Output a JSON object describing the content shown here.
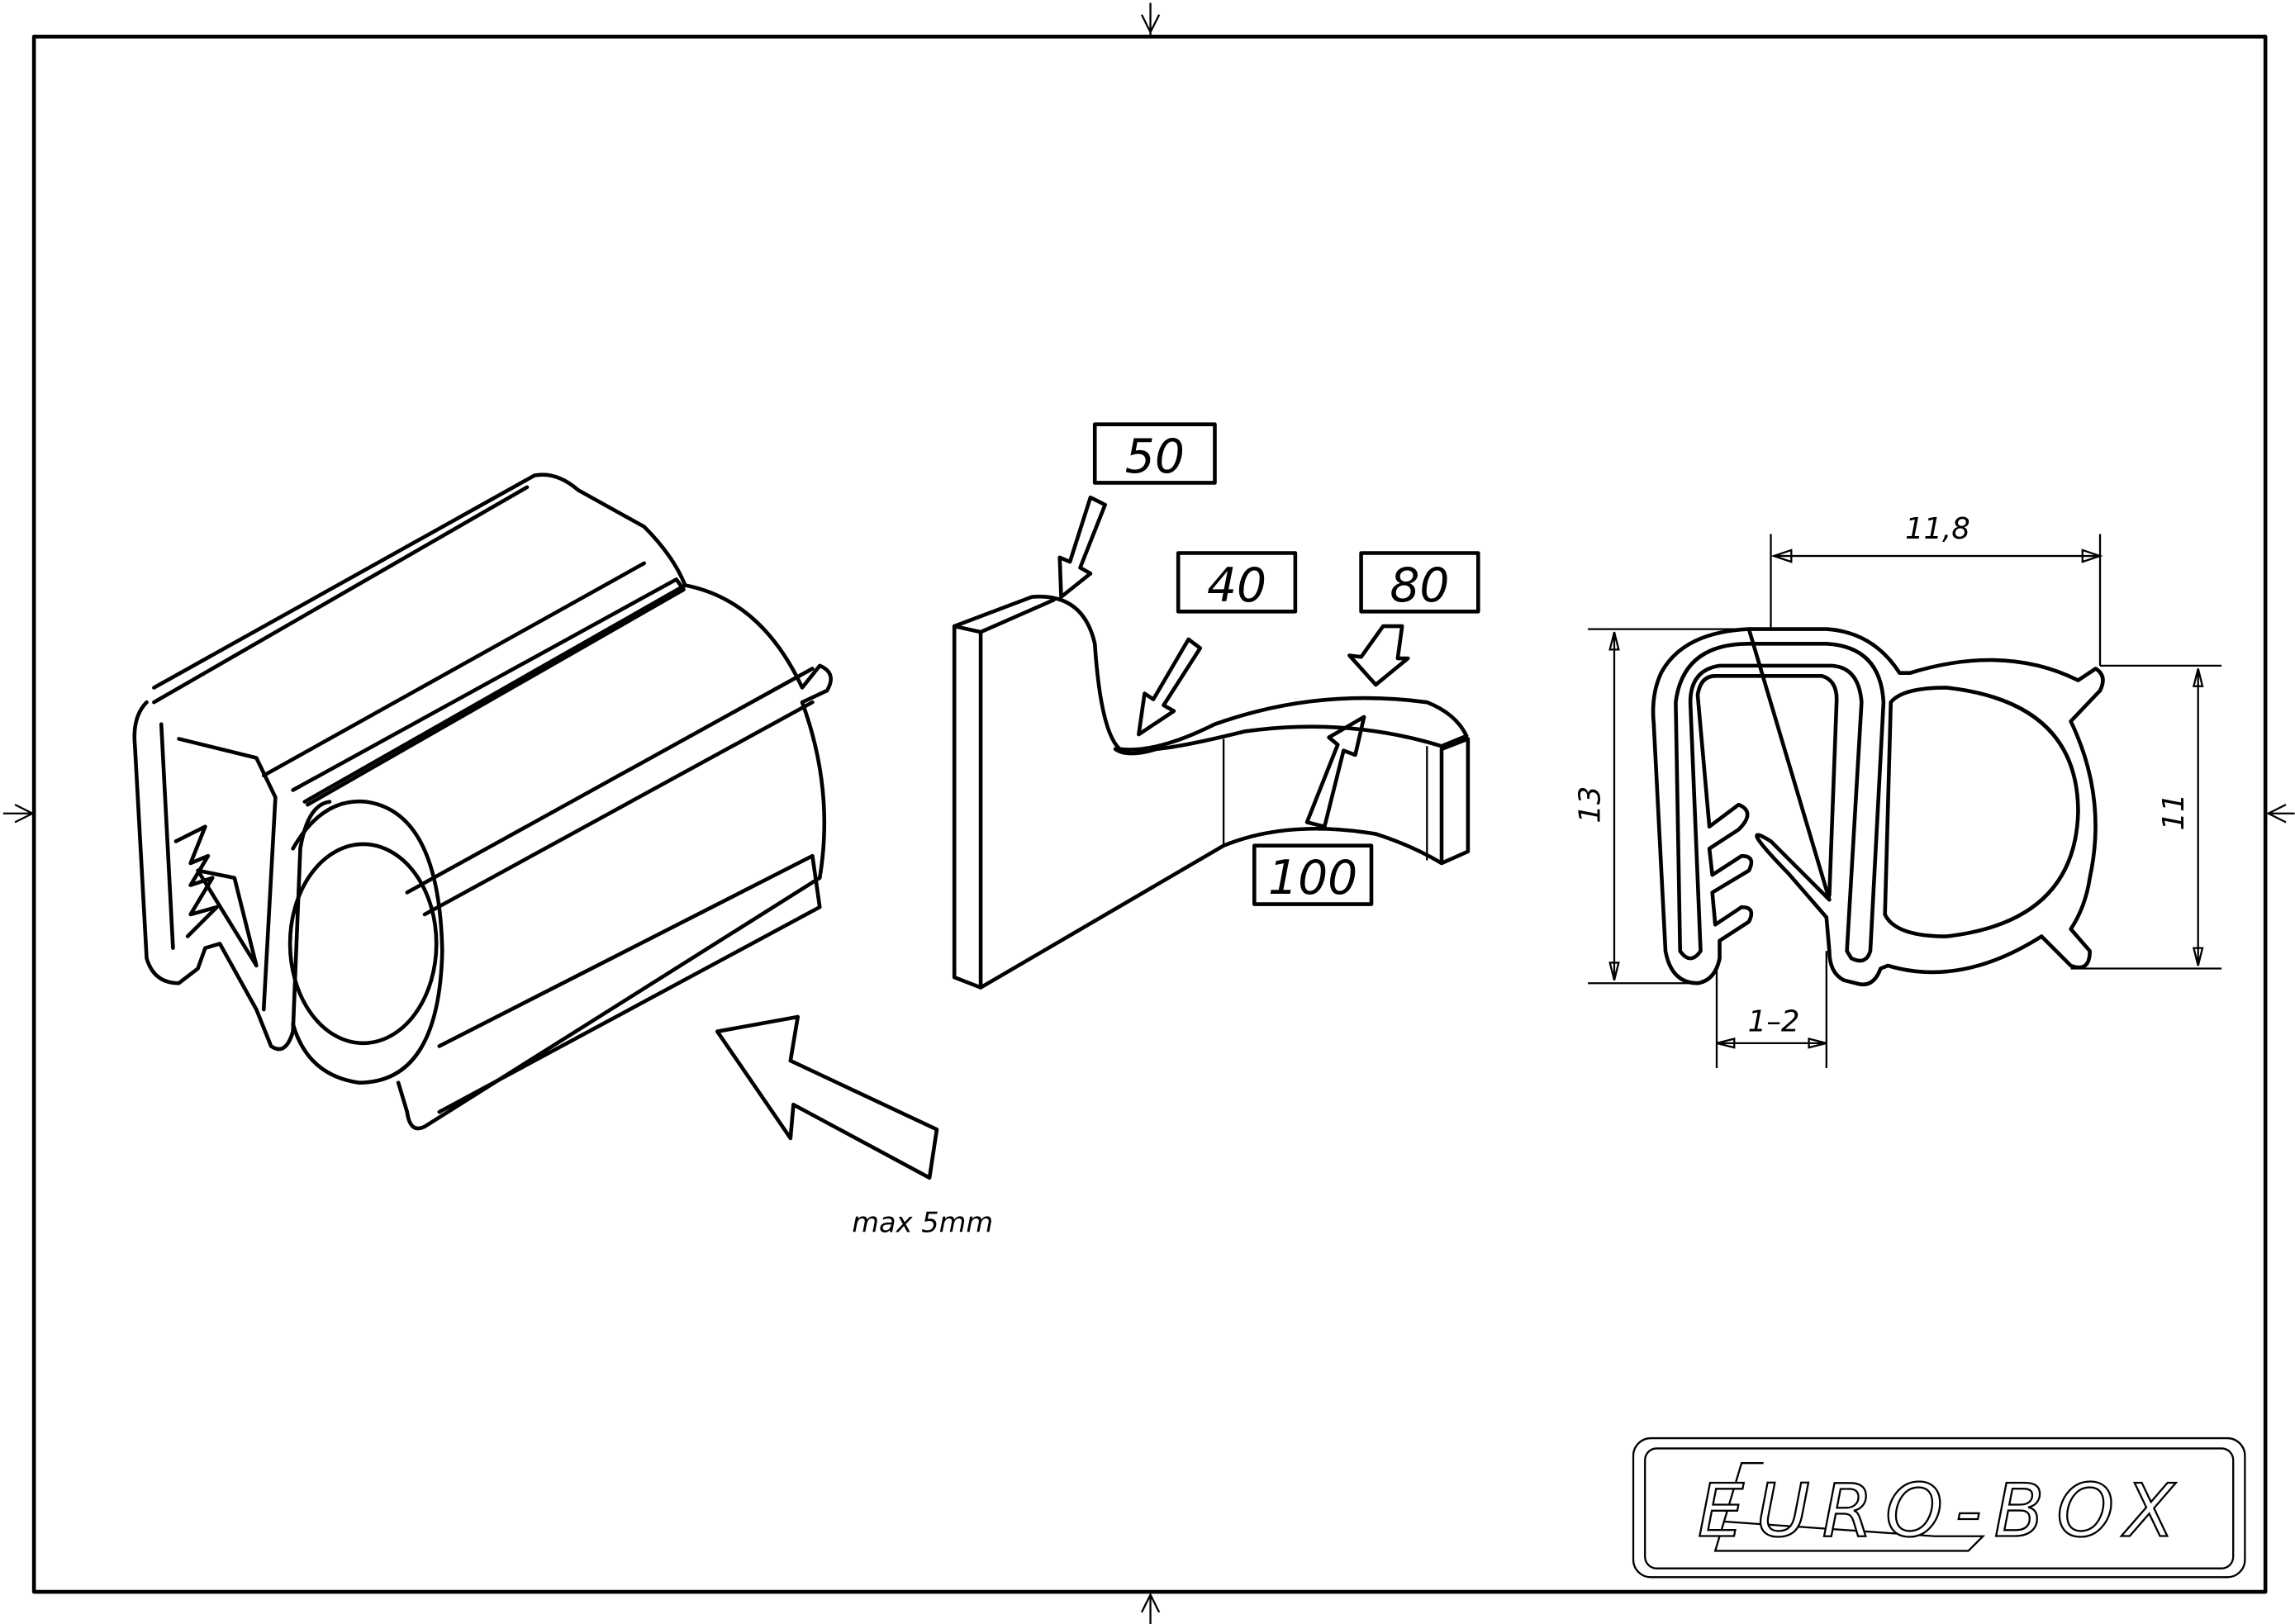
{
  "drawing": {
    "force_labels": {
      "a": "50",
      "b": "40",
      "c": "80",
      "d": "100"
    },
    "dimensions": {
      "width": "11,8",
      "height": "13",
      "bulb_height": "11",
      "grip_range": "1–2"
    },
    "insert_note": "max 5mm",
    "logo": "EURO-BOX"
  }
}
